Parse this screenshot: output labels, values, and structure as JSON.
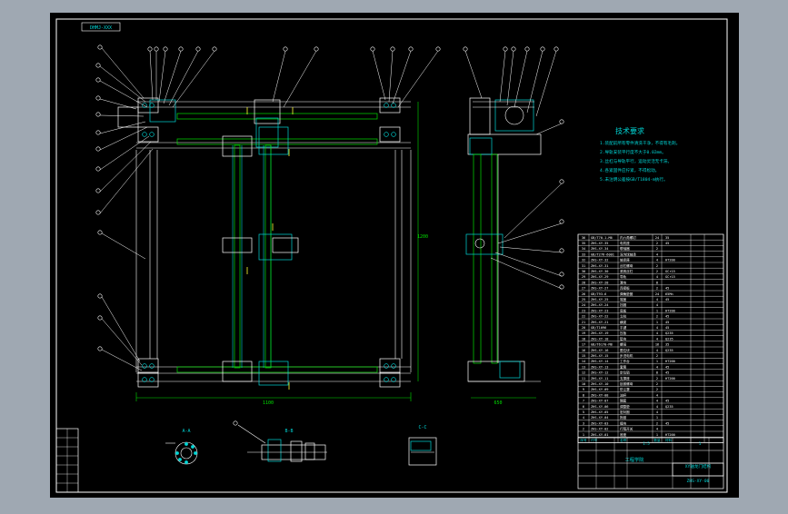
{
  "colors": {
    "background": "#000000",
    "frame": "#ffffff",
    "line": "#ffffff",
    "accent": "#00d6d6",
    "highlight": "#ffff33",
    "dim": "#00e000",
    "part": "#d0d0d0",
    "outer": "#9fa8b2"
  },
  "drawing": {
    "code_box": "DHMJ-XXX",
    "notes_title": "技术要求",
    "notes": [
      "1.装配前所有零件清洗干净，不得有毛刺。",
      "2.导轨安装平行度不大于0.02mm。",
      "3.丝杠与导轨平行，运动灵活无卡滞。",
      "4.各紧固件应拧紧，不得松动。",
      "5.未注明公差按GB/T1804-m执行。"
    ],
    "view_labels": [
      "A-A",
      "B-B",
      "C-C"
    ],
    "dimensions": [
      "1100",
      "1200",
      "650"
    ],
    "title_block": {
      "name": "XY轴龙门结构",
      "school": "工程学院",
      "code": "ZHS-XY-00",
      "scale": "1:5",
      "sheet": "1"
    },
    "parts_list": [
      {
        "no": "36",
        "code": "GB/T70.1-M6",
        "name": "内六角螺钉",
        "qty": "24",
        "mat": "35"
      },
      {
        "no": "35",
        "code": "ZHS-XY-35",
        "name": "电机座",
        "qty": "2",
        "mat": "45"
      },
      {
        "no": "34",
        "code": "ZHS-XY-34",
        "name": "联轴器",
        "qty": "2",
        "mat": ""
      },
      {
        "no": "33",
        "code": "GB/T276-6001",
        "name": "深沟球轴承",
        "qty": "4",
        "mat": ""
      },
      {
        "no": "32",
        "code": "ZHS-XY-32",
        "name": "轴承座",
        "qty": "4",
        "mat": "HT200"
      },
      {
        "no": "31",
        "code": "ZHS-XY-31",
        "name": "丝杠螺母",
        "qty": "2",
        "mat": ""
      },
      {
        "no": "30",
        "code": "ZHS-XY-30",
        "name": "滚珠丝杠",
        "qty": "2",
        "mat": "GCr15"
      },
      {
        "no": "29",
        "code": "ZHS-XY-29",
        "name": "导轨",
        "qty": "4",
        "mat": "GCr15"
      },
      {
        "no": "28",
        "code": "ZHS-XY-28",
        "name": "滑块",
        "qty": "8",
        "mat": ""
      },
      {
        "no": "27",
        "code": "ZHS-XY-27",
        "name": "连接板",
        "qty": "2",
        "mat": "45"
      },
      {
        "no": "26",
        "code": "GB/T93-6",
        "name": "弹簧垫圈",
        "qty": "24",
        "mat": "65Mn"
      },
      {
        "no": "25",
        "code": "ZHS-XY-25",
        "name": "端盖",
        "qty": "4",
        "mat": "45"
      },
      {
        "no": "24",
        "code": "ZHS-XY-24",
        "name": "挡圈",
        "qty": "4",
        "mat": ""
      },
      {
        "no": "23",
        "code": "ZHS-XY-23",
        "name": "底板",
        "qty": "1",
        "mat": "HT200"
      },
      {
        "no": "22",
        "code": "ZHS-XY-22",
        "name": "立柱",
        "qty": "2",
        "mat": "45"
      },
      {
        "no": "21",
        "code": "ZHS-XY-21",
        "name": "横梁",
        "qty": "1",
        "mat": "45"
      },
      {
        "no": "20",
        "code": "GB/T1096",
        "name": "平键",
        "qty": "4",
        "mat": "45"
      },
      {
        "no": "19",
        "code": "ZHS-XY-19",
        "name": "压板",
        "qty": "4",
        "mat": "Q235"
      },
      {
        "no": "18",
        "code": "ZHS-XY-18",
        "name": "垫块",
        "qty": "4",
        "mat": "Q235"
      },
      {
        "no": "17",
        "code": "GB/T6170-M8",
        "name": "螺母",
        "qty": "16",
        "mat": "35"
      },
      {
        "no": "16",
        "code": "ZHS-XY-16",
        "name": "限位块",
        "qty": "4",
        "mat": "Q235"
      },
      {
        "no": "15",
        "code": "ZHS-XY-15",
        "name": "步进电机",
        "qty": "2",
        "mat": ""
      },
      {
        "no": "14",
        "code": "ZHS-XY-14",
        "name": "工作台",
        "qty": "1",
        "mat": "HT200"
      },
      {
        "no": "13",
        "code": "ZHS-XY-13",
        "name": "套筒",
        "qty": "4",
        "mat": "45"
      },
      {
        "no": "12",
        "code": "ZHS-XY-12",
        "name": "定位销",
        "qty": "8",
        "mat": "45"
      },
      {
        "no": "11",
        "code": "ZHS-XY-11",
        "name": "支撑座",
        "qty": "2",
        "mat": "HT200"
      },
      {
        "no": "10",
        "code": "ZHS-XY-10",
        "name": "锁紧螺母",
        "qty": "2",
        "mat": ""
      },
      {
        "no": "9",
        "code": "ZHS-XY-09",
        "name": "防尘罩",
        "qty": "2",
        "mat": ""
      },
      {
        "no": "8",
        "code": "ZHS-XY-08",
        "name": "油杯",
        "qty": "4",
        "mat": ""
      },
      {
        "no": "7",
        "code": "ZHS-XY-07",
        "name": "隔套",
        "qty": "4",
        "mat": "45"
      },
      {
        "no": "6",
        "code": "ZHS-XY-06",
        "name": "调整垫",
        "qty": "4",
        "mat": "Q235"
      },
      {
        "no": "5",
        "code": "ZHS-XY-05",
        "name": "密封圈",
        "qty": "4",
        "mat": ""
      },
      {
        "no": "4",
        "code": "ZHS-XY-04",
        "name": "拖链",
        "qty": "1",
        "mat": ""
      },
      {
        "no": "3",
        "code": "ZHS-XY-03",
        "name": "撞块",
        "qty": "2",
        "mat": "45"
      },
      {
        "no": "2",
        "code": "ZHS-XY-02",
        "name": "行程开关",
        "qty": "4",
        "mat": ""
      },
      {
        "no": "1",
        "code": "ZHS-XY-01",
        "name": "底座",
        "qty": "1",
        "mat": "HT200"
      }
    ],
    "parts_header": {
      "no": "序号",
      "code": "代号",
      "name": "名称",
      "qty": "数量",
      "mat": "材料"
    }
  }
}
